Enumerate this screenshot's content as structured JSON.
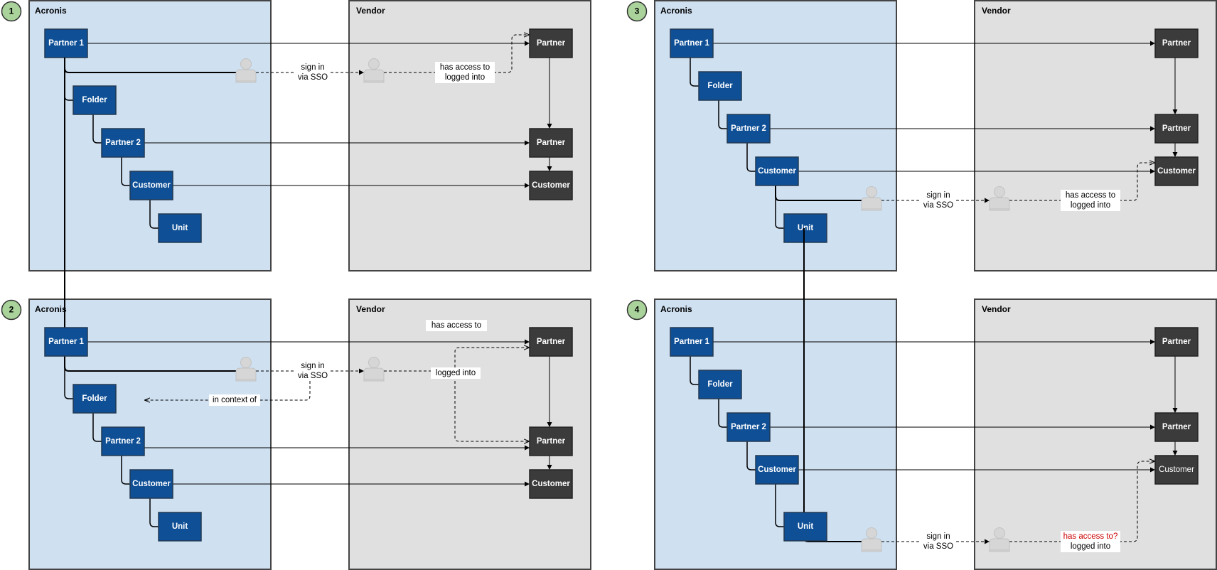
{
  "panels": [
    {
      "badge": "1",
      "acronis": {
        "title": "Acronis",
        "nodes": [
          "Partner 1",
          "Folder",
          "Partner 2",
          "Customer",
          "Unit"
        ]
      },
      "vendor": {
        "title": "Vendor",
        "nodes": [
          "Partner",
          "Partner",
          "Customer"
        ]
      },
      "sso_label": [
        "sign in",
        "via SSO"
      ],
      "access_label": [
        "has access to",
        "logged into"
      ]
    },
    {
      "badge": "2",
      "acronis": {
        "title": "Acronis",
        "nodes": [
          "Partner 1",
          "Folder",
          "Partner 2",
          "Customer",
          "Unit"
        ]
      },
      "vendor": {
        "title": "Vendor",
        "nodes": [
          "Partner",
          "Partner",
          "Customer"
        ]
      },
      "sso_label": [
        "sign in",
        "via SSO"
      ],
      "access_label": [
        "has access to"
      ],
      "logged_label": "logged into",
      "context_label": "in context of"
    },
    {
      "badge": "3",
      "acronis": {
        "title": "Acronis",
        "nodes": [
          "Partner 1",
          "Folder",
          "Partner 2",
          "Customer",
          "Unit"
        ]
      },
      "vendor": {
        "title": "Vendor",
        "nodes": [
          "Partner",
          "Partner",
          "Customer"
        ]
      },
      "sso_label": [
        "sign in",
        "via SSO"
      ],
      "access_label": [
        "has access to",
        "logged into"
      ]
    },
    {
      "badge": "4",
      "acronis": {
        "title": "Acronis",
        "nodes": [
          "Partner 1",
          "Folder",
          "Partner 2",
          "Customer",
          "Unit"
        ]
      },
      "vendor": {
        "title": "Vendor",
        "nodes": [
          "Partner",
          "Partner",
          "Customer"
        ]
      },
      "sso_label": [
        "sign in",
        "via SSO"
      ],
      "access_label": [
        "has access to?",
        "logged into"
      ]
    }
  ],
  "colors": {
    "acronis_bg": "#cfe0f1",
    "vendor_bg": "#e0e0e0",
    "acronis_node": "#0e4f96",
    "vendor_node": "#3b3b3b",
    "badge": "#a9d39a",
    "question": "#cc0000"
  }
}
